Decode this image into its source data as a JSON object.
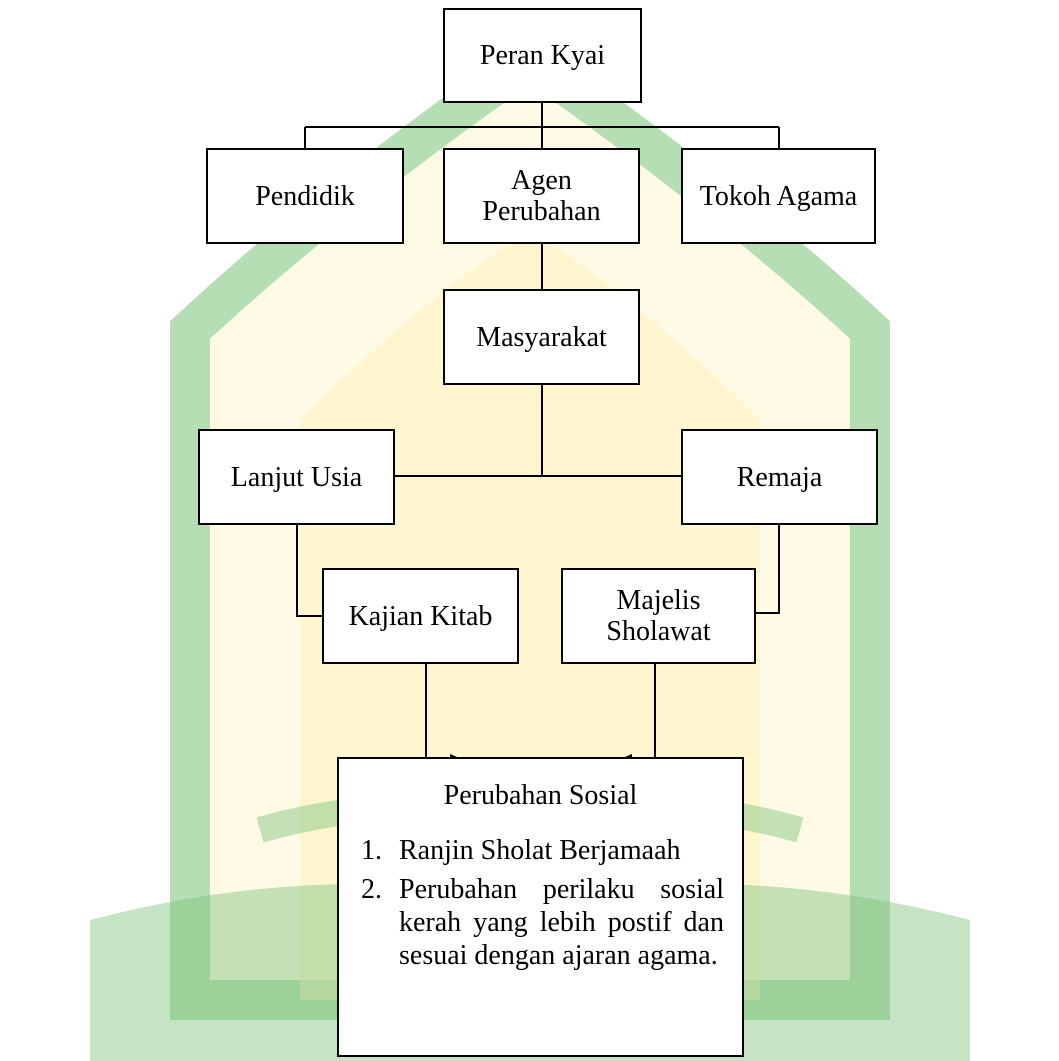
{
  "nodes": {
    "peran_kyai": "Peran Kyai",
    "pendidik": "Pendidik",
    "agen_perubahan": [
      "Agen",
      "Perubahan"
    ],
    "tokoh_agama": "Tokoh Agama",
    "masyarakat": "Masyarakat",
    "lanjut_usia": "Lanjut Usia",
    "remaja": "Remaja",
    "kajian_kitab": "Kajian Kitab",
    "majelis_sholawat": [
      "Majelis",
      "Sholawat"
    ],
    "perubahan_sosial": {
      "title": "Perubahan Sosial",
      "items": [
        {
          "num": "1.",
          "text": "Ranjin Sholat Berjamaah"
        },
        {
          "num": "2.",
          "text": "Perubahan perilaku sosial kerah yang lebih postif dan sesuai dengan ajaran agama."
        }
      ]
    }
  },
  "colors": {
    "watermark_green": "#4caf50",
    "watermark_yellow": "#fff3c4",
    "line": "#000000"
  }
}
